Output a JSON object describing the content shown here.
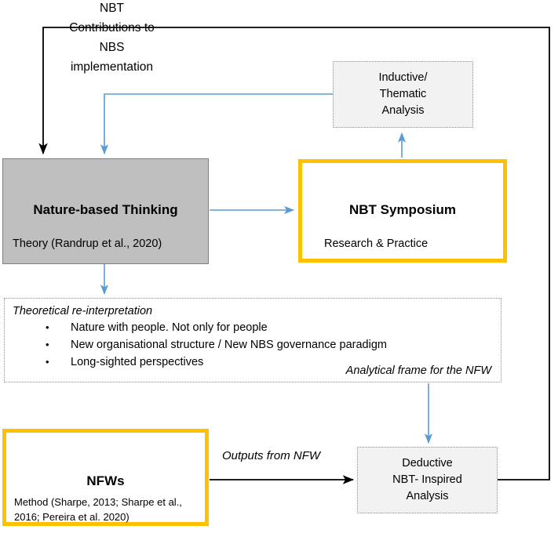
{
  "diagram": {
    "title_caption": {
      "lines": [
        "NBT",
        "Contributions to",
        "NBS",
        "implementation"
      ],
      "text": "NBT Contributions to NBS implementation"
    },
    "colors": {
      "accent_orange": "#ffc000",
      "arrow_blue": "#5b9bd5",
      "arrow_black": "#000000",
      "fill_gray": "#bfbfbf",
      "fill_light_gray": "#f2f2f2",
      "border_gray": "#8d8d8d"
    },
    "nodes": {
      "inductive": {
        "lines": [
          "Inductive/",
          "Thematic",
          "Analysis"
        ],
        "line1": "Inductive/",
        "line2": "Thematic",
        "line3": "Analysis"
      },
      "nature_based_thinking": {
        "title": "Nature-based Thinking",
        "subtitle": "Theory (Randrup et al., 2020)"
      },
      "nbt_symposium": {
        "title": "NBT Symposium",
        "subtitle": "Research & Practice"
      },
      "theoretical_reinterpretation": {
        "heading": "Theoretical re-interpretation",
        "bullets": [
          "Nature with people. Not only for people",
          "New organisational structure / New NBS governance paradigm",
          "Long-sighted perspectives"
        ],
        "frame_note": "Analytical frame for the NFW"
      },
      "nfws": {
        "title": "NFWs",
        "subtitle": "Method (Sharpe, 2013; Sharpe et al., 2016; Pereira et al. 2020)"
      },
      "deductive": {
        "lines": [
          "Deductive",
          "NBT- Inspired",
          "Analysis"
        ],
        "line1": "Deductive",
        "line2": "NBT- Inspired",
        "line3": "Analysis"
      }
    },
    "edge_labels": {
      "outputs_from_nfw": "Outputs from NFW"
    }
  }
}
